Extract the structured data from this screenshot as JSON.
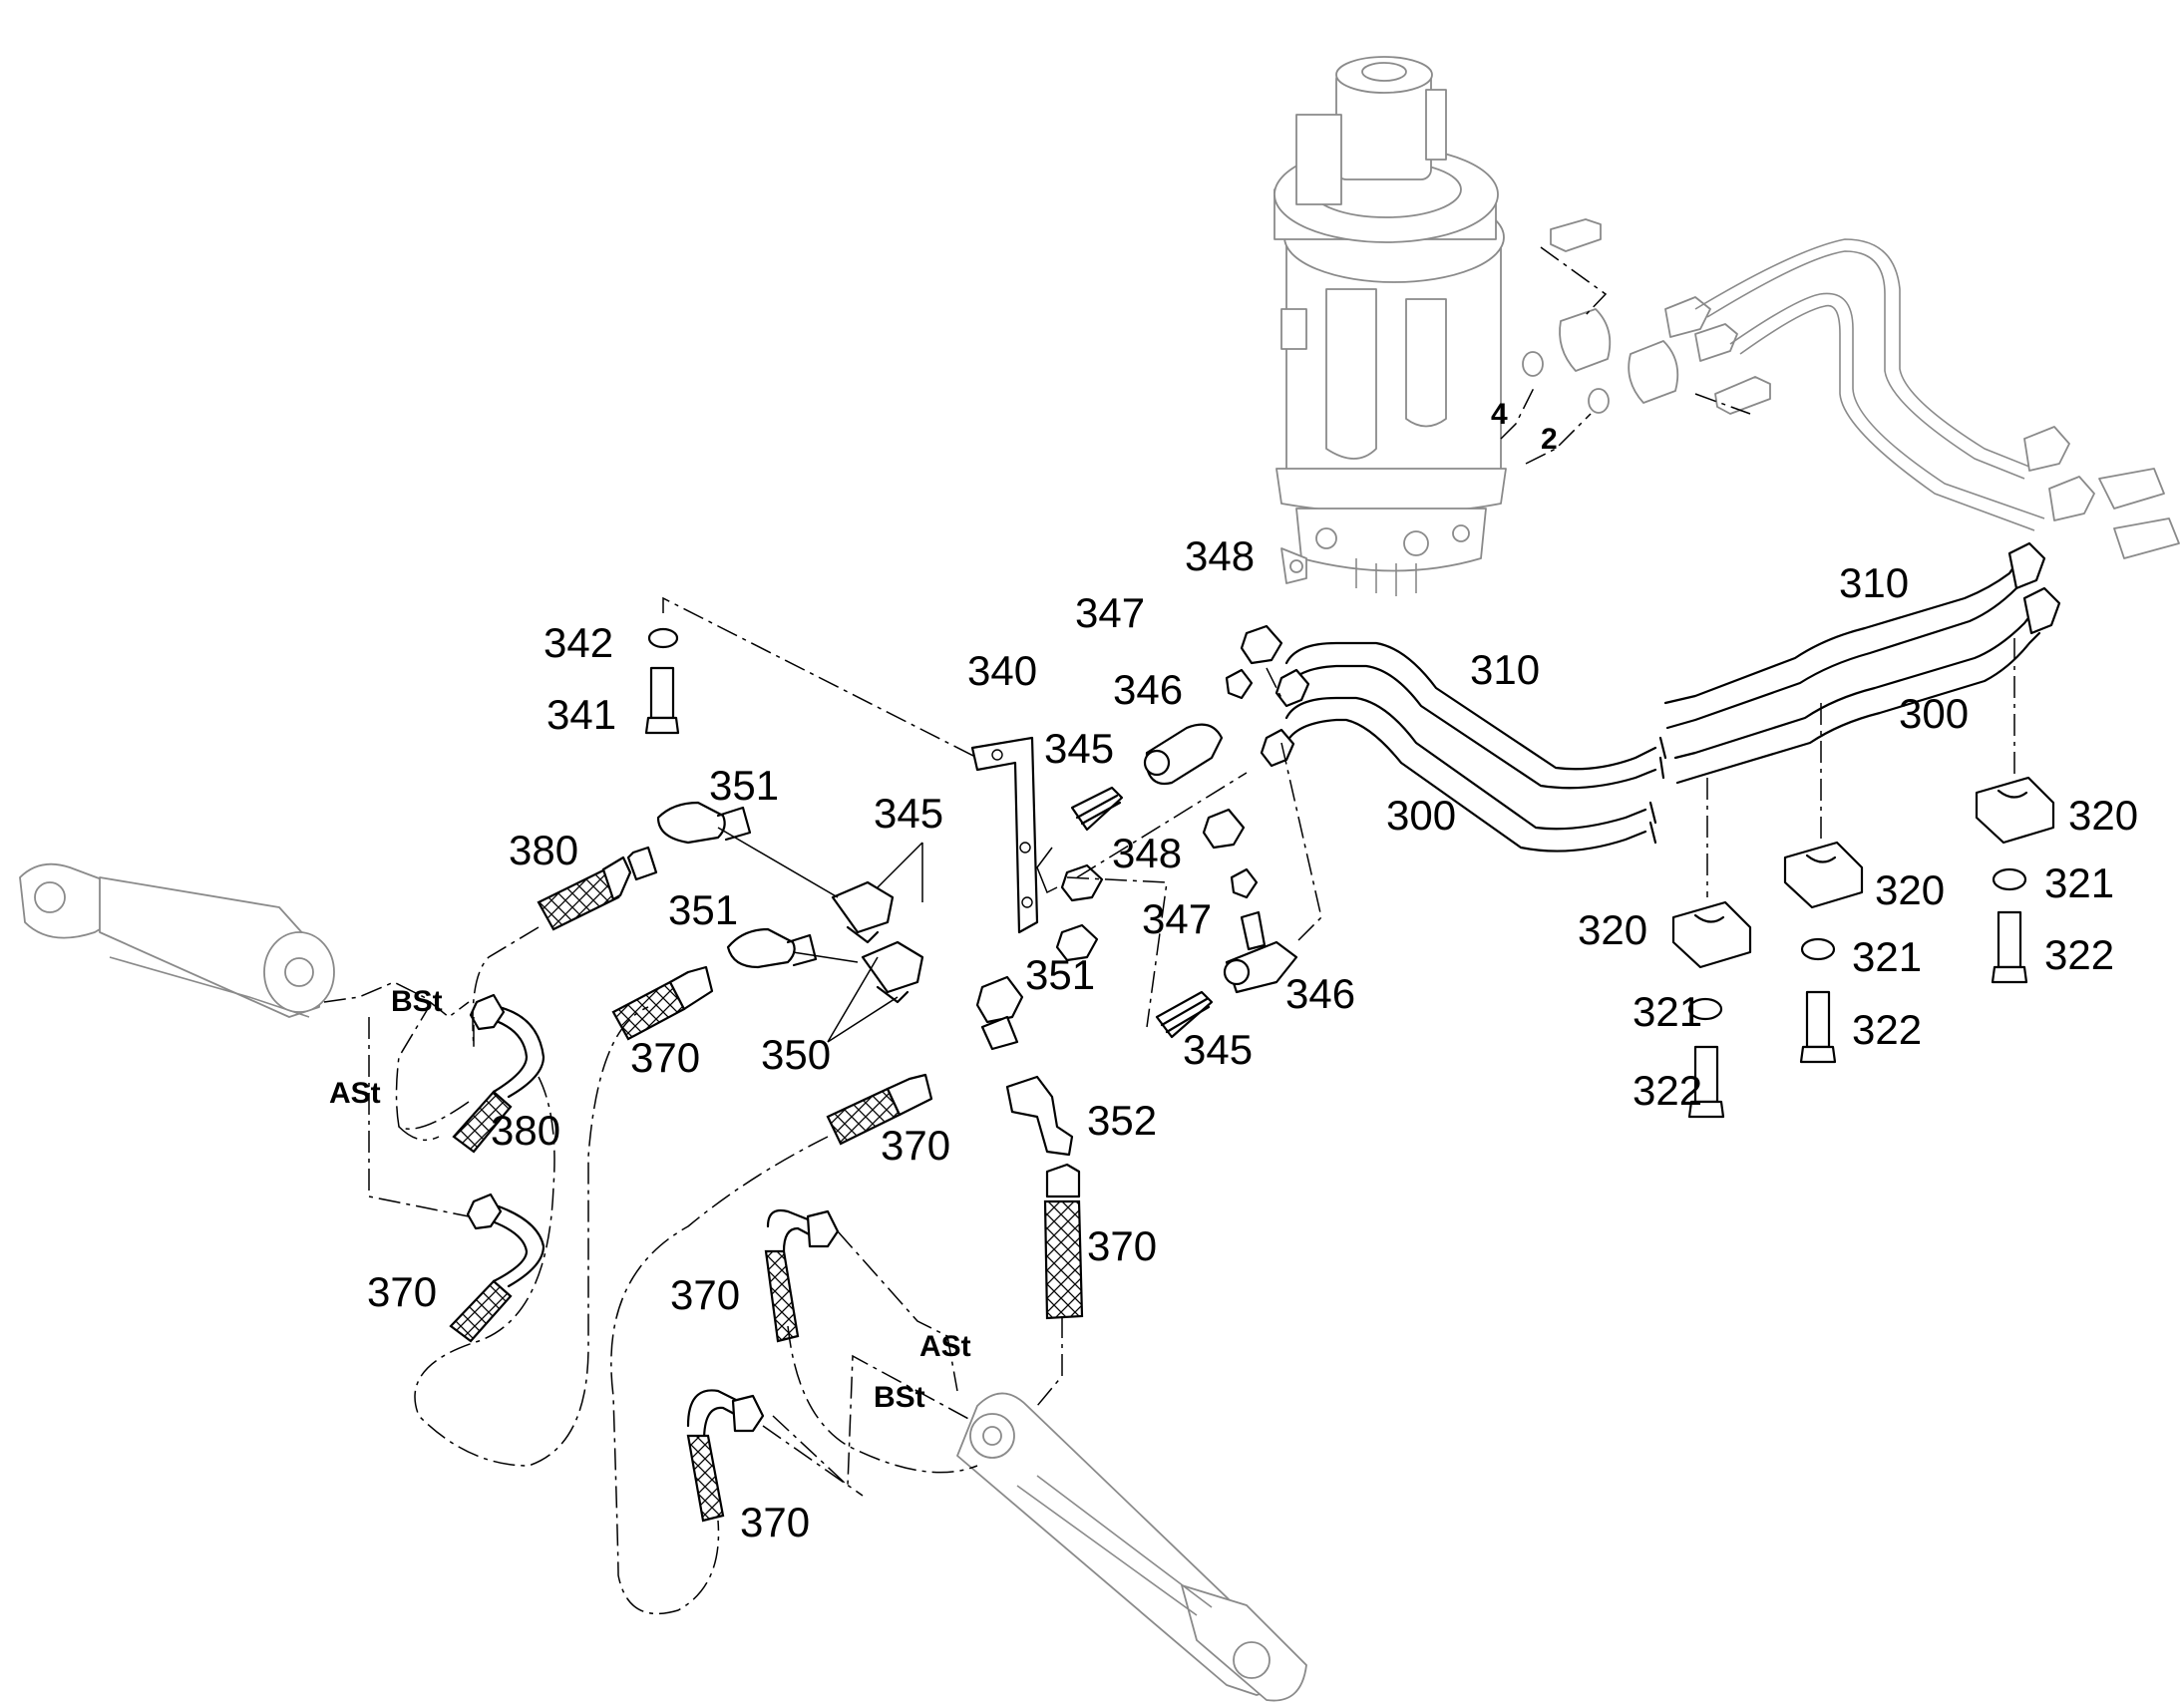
{
  "callouts": {
    "c300a": "300",
    "c300b": "300",
    "c310a": "310",
    "c310b": "310",
    "c320a": "320",
    "c320b": "320",
    "c320c": "320",
    "c321a": "321",
    "c321b": "321",
    "c321c": "321",
    "c322a": "322",
    "c322b": "322",
    "c322c": "322",
    "c340": "340",
    "c341": "341",
    "c342": "342",
    "c345a": "345",
    "c345b": "345",
    "c345c": "345",
    "c346a": "346",
    "c346b": "346",
    "c347a": "347",
    "c347b": "347",
    "c348a": "348",
    "c348b": "348",
    "c350": "350",
    "c351a": "351",
    "c351b": "351",
    "c351c": "351",
    "c352": "352",
    "c370a": "370",
    "c370b": "370",
    "c370c": "370",
    "c370d": "370",
    "c370e": "370",
    "c370f": "370",
    "c380a": "380",
    "c380b": "380"
  },
  "ports": {
    "bst1": "BSt",
    "ast1": "ASt",
    "ast2": "ASt",
    "bst2": "BSt",
    "p4": "4",
    "p2": "2"
  }
}
